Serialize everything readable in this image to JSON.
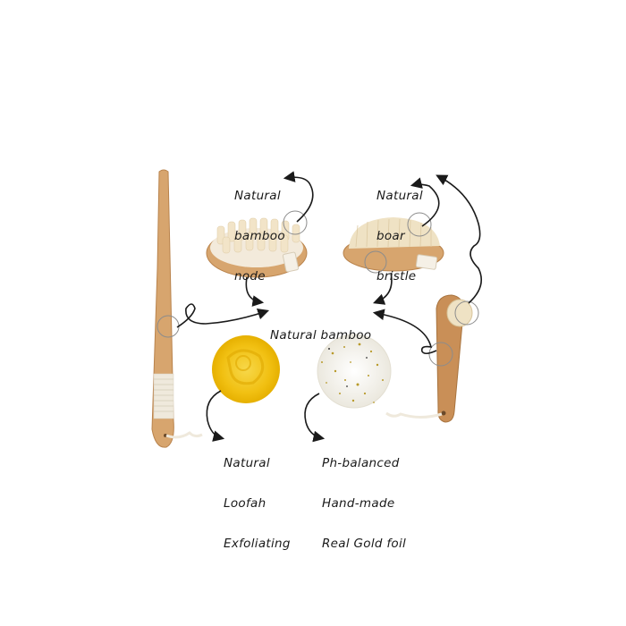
{
  "colors": {
    "background": "#ffffff",
    "bamboo": "#d7a56e",
    "bamboo_dark": "#b9834c",
    "bristle": "#efe2c4",
    "cotton": "#efe9dc",
    "loofah_soap": "#f2c51a",
    "gold_soap": "#f3f1ea",
    "gold_flake": "#b89a2a",
    "ink": "#1a1a1a",
    "callout_circle": "#8c8c8c"
  },
  "products": [
    {
      "name": "long-handle-body-brush"
    },
    {
      "name": "massage-nodule-brush"
    },
    {
      "name": "boar-bristle-brush"
    },
    {
      "name": "facial-brush"
    },
    {
      "name": "loofah-soap"
    },
    {
      "name": "gold-foil-soap"
    }
  ],
  "labels": {
    "bamboo_node": {
      "lines": [
        "Natural",
        "bamboo",
        "node"
      ]
    },
    "boar_bristle": {
      "lines": [
        "Natural",
        "boar",
        "bristle"
      ]
    },
    "natural_bamboo": {
      "lines": [
        "Natural bamboo"
      ]
    },
    "loofah": {
      "lines": [
        "Natural",
        "Loofah",
        "Exfoliating"
      ]
    },
    "gold_soap": {
      "lines": [
        "Ph-balanced",
        "Hand-made",
        "Real Gold foil"
      ]
    }
  }
}
